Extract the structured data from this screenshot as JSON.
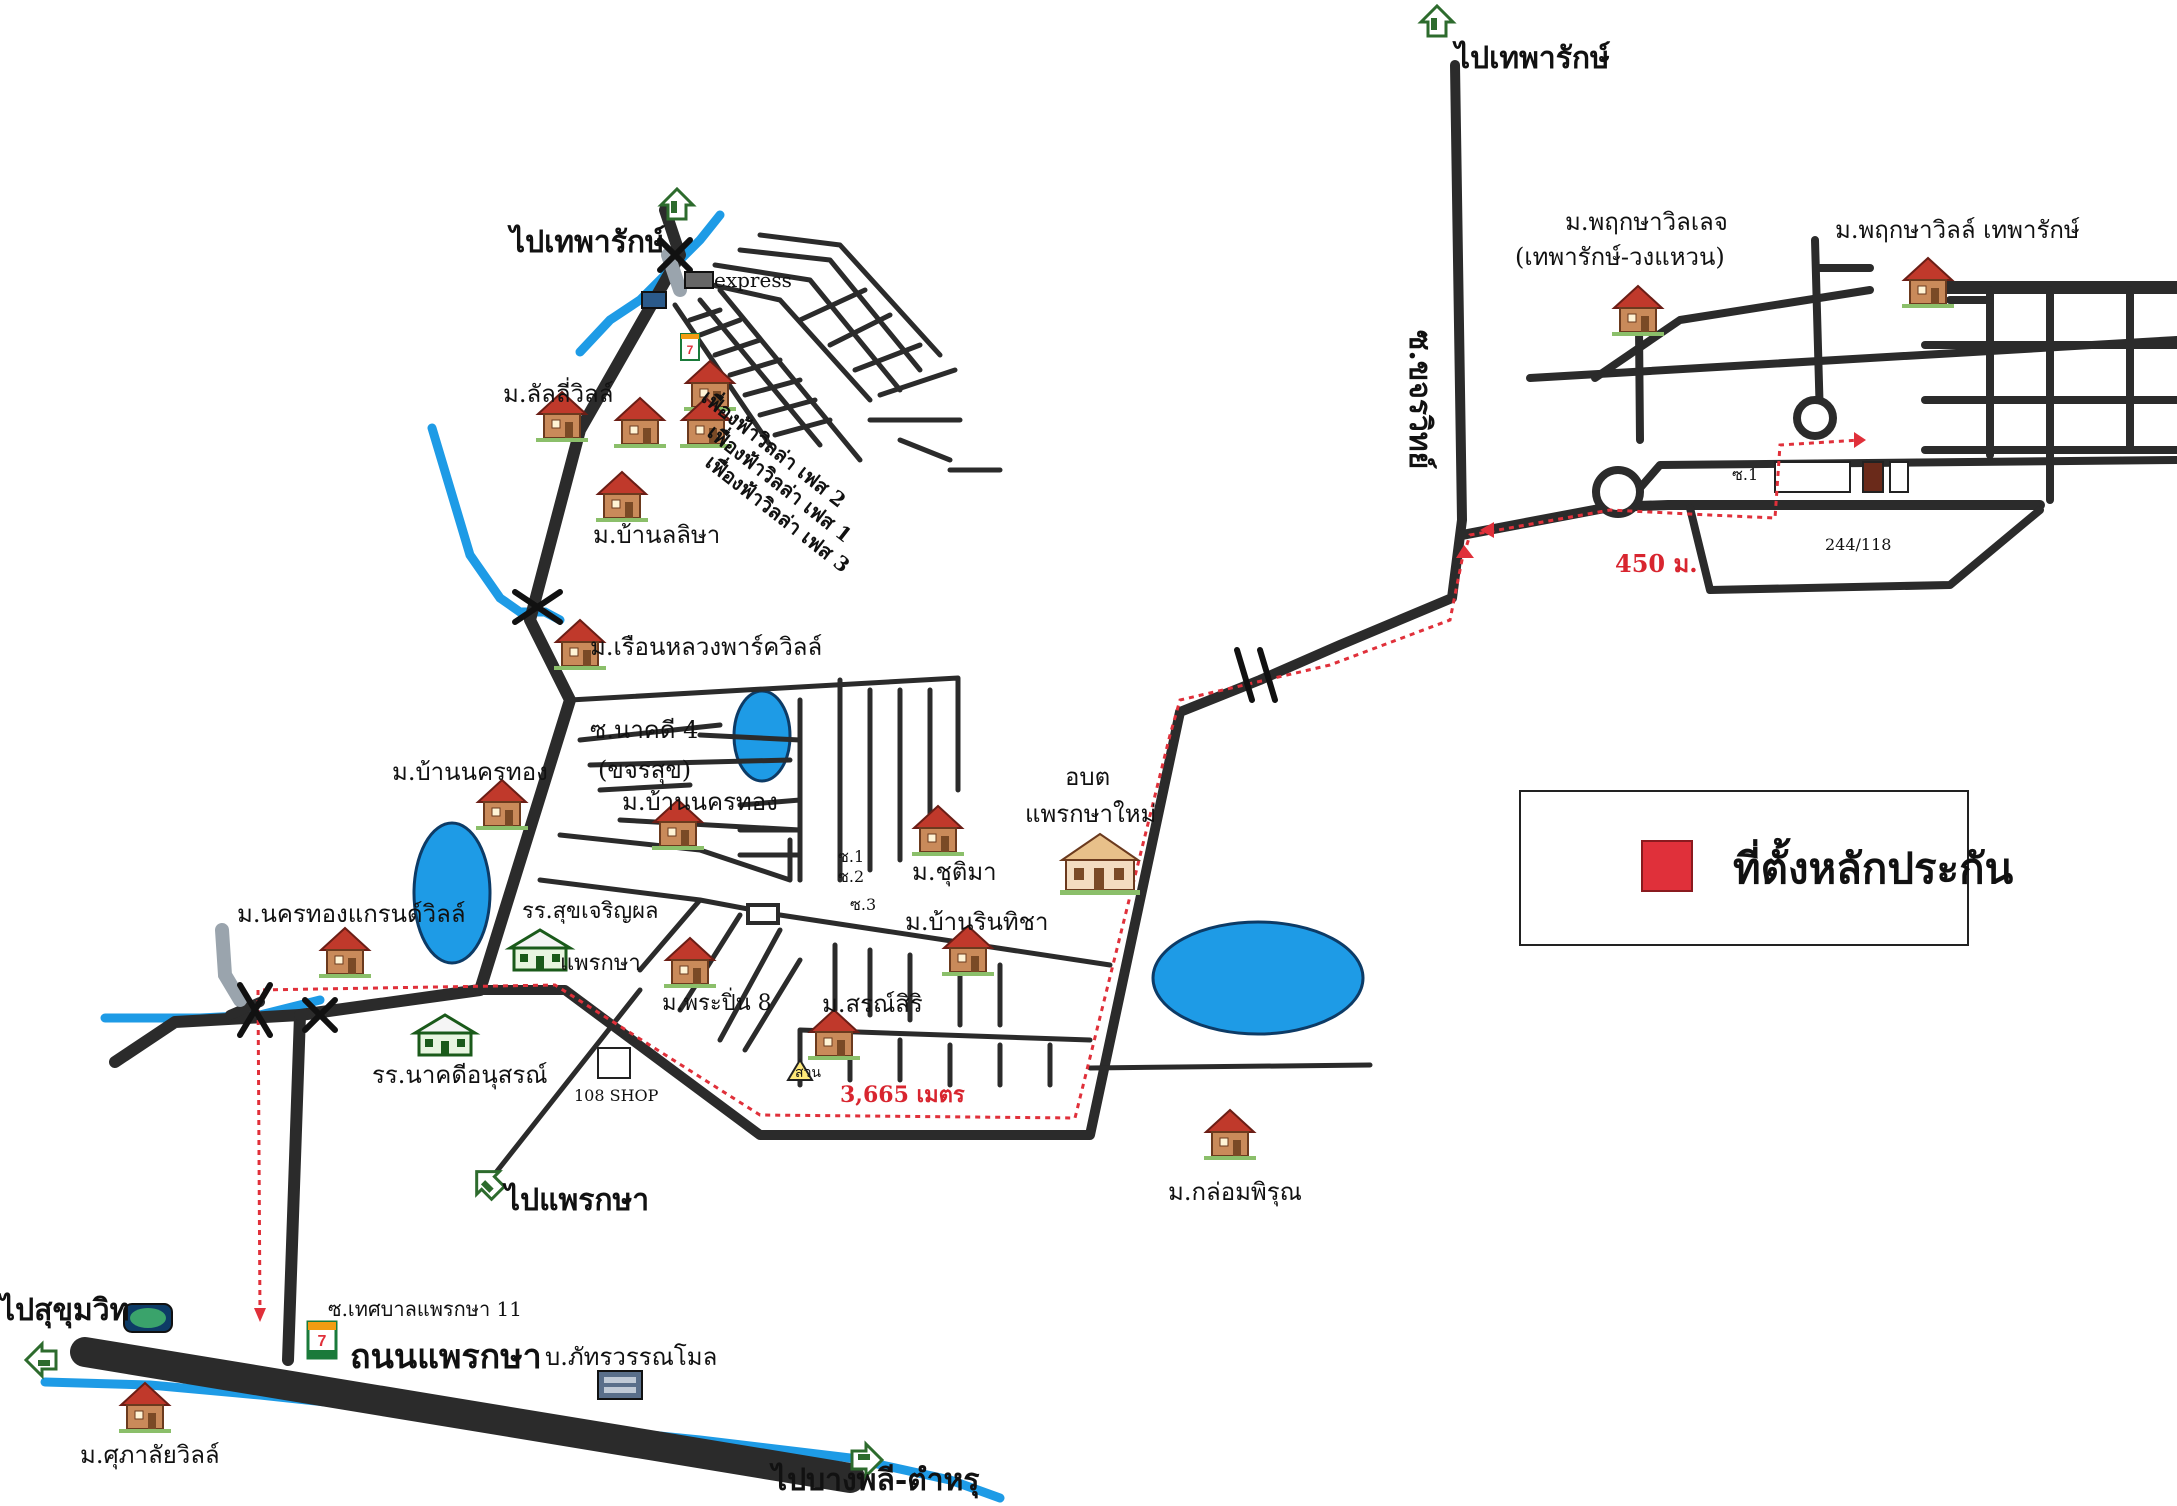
{
  "labels": {
    "to_theparak_top": "ไปเทพารักษ์",
    "to_theparak_left": "ไปเทพารักษ์",
    "soi_khajornwit": "ซ.ขจรวิทย์",
    "pruksa_villej": "ม.พฤกษาวิลเลจ",
    "pruksa_villej_sub": "(เทพารักษ์-วงแหวน)",
    "pruksa_ville_theparak": "ม.พฤกษาวิลล์ เทพารักษ์",
    "soi_1": "ซ.1",
    "house_no": "244/118",
    "dist_450": "450 ม.",
    "express": "express",
    "lilly_ville": "ม.ลัลลี่วิลล์",
    "fueangfa_2": "เฟื่องฟ้าวิลล่า เฟส 2",
    "fueangfa_1": "เฟื่องฟ้าวิลล่า เฟส 1",
    "fueangfa_3": "เฟื่องฟ้าวิลล่า เฟส 3",
    "baan_lalita": "ม.บ้านลลิษา",
    "ruenluang": "ม.เรือนหลวงพาร์ควิลล์",
    "soi_nakhadi4": "ซ.นาคดี 4",
    "khajornsuk": "(ขจรสุข)",
    "baan_nakhonthong_left": "ม.บ้านนครทอง",
    "baan_nakhonthong_mid": "ม.บ้านนครทอง",
    "obt": "อบต",
    "obt_sub": "แพรกษาใหม่",
    "s1": "ซ.1",
    "s2": "ซ.2",
    "s3": "ซ.3",
    "suchima": "ม.ชุติมา",
    "rinthicha": "ม.บ้านรินทิชา",
    "nakhonthong_grand": "ม.นครทองแกรนด์วิลล์",
    "school_suk": "รร.สุขเจริญผล",
    "school_suk_sub": "แพรกษา",
    "phrapin8": "ม.พระปิ่น 8",
    "sornsiri": "ม.สรณ์สิริ",
    "park": "สวน",
    "dist_3665": "3,665 เมตร",
    "school_nakhadi": "รร.นาคดีอนุสรณ์",
    "shop108": "108 SHOP",
    "to_phraeksa": "ไปแพรกษา",
    "klomphirun": "ม.กล่อมพิรุณ",
    "soi_tesaban11": "ซ.เทศบาลแพรกษา 11",
    "to_sukhumvit": "ไปสุขุมวิท",
    "road_phraeksa": "ถนนแพรกษา",
    "phattharawan": "บ.ภัทรวรรณโมล",
    "suphalai": "ม.ศุภาลัยวิลล์",
    "to_bangphli": "ไปบางพลี-ตำหรุ"
  },
  "legend": {
    "label": "ที่ตั้งหลักประกัน",
    "color": "#e0303a"
  },
  "colors": {
    "road": "#2b2b2b",
    "water": "#1e9be6",
    "route": "#e0303a",
    "house_roof": "#c0392b",
    "house_wall": "#c98a5a"
  },
  "icons": [
    "direction-arrow-icon",
    "bridge-icon",
    "house-icon",
    "school-icon",
    "seven-eleven-icon",
    "gas-station-icon",
    "collateral-marker-icon"
  ]
}
